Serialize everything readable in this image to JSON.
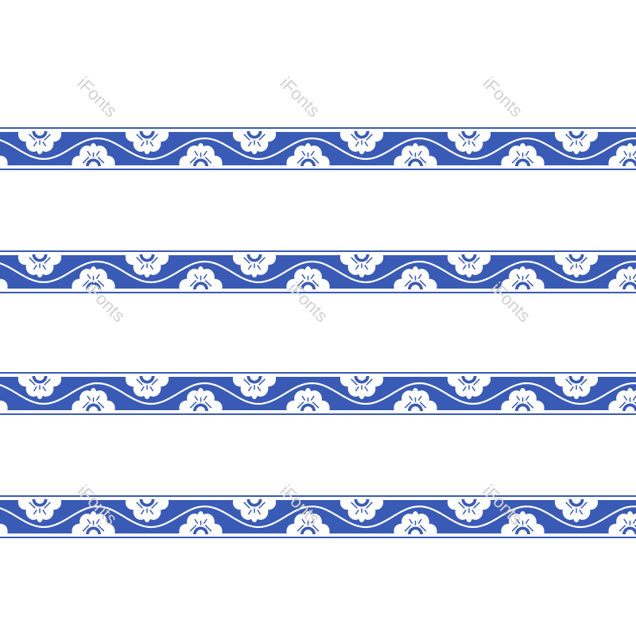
{
  "watermark": {
    "text": "iFonts"
  },
  "colors": {
    "pattern_blue": "#3a5bb5",
    "ornament_white": "#ffffff",
    "background": "#ffffff",
    "watermark_gray": "#d2d2d2"
  },
  "border_strips": [
    {
      "name": "border-strip-1",
      "motif": "wave-and-lotus"
    },
    {
      "name": "border-strip-2",
      "motif": "wave-and-lotus"
    },
    {
      "name": "border-strip-3",
      "motif": "wave-and-lotus"
    },
    {
      "name": "border-strip-4",
      "motif": "wave-and-lotus"
    }
  ]
}
